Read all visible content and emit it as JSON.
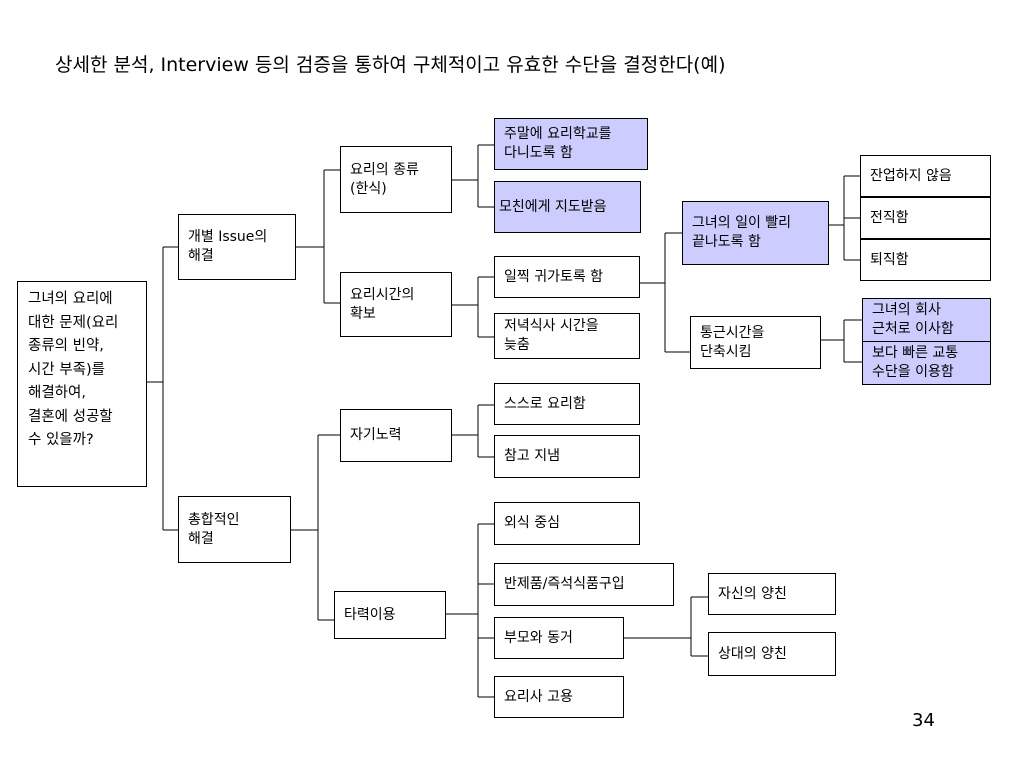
{
  "title": "상세한 분석, Interview 등의 검증을 통하여 구체적이고 유효한 수단을 결정한다(예)",
  "page_number": "34",
  "tree": {
    "root": "그녀의 요리에 대한 문제(요리 종류의 빈약, 시간 부족)를 해결하여, 결혼에 성공할 수 있을까?",
    "root_lines": [
      "그녀의 요리에",
      "대한 문제(요리",
      "종류의 빈약,",
      "시간 부족)를",
      "해결하여,",
      "결혼에 성공할",
      "수 있을까?"
    ],
    "level1": [
      {
        "lines": [
          "개별 Issue의",
          "해결"
        ]
      },
      {
        "lines": [
          "총합적인",
          "해결"
        ]
      }
    ],
    "level2": [
      {
        "lines": [
          "요리의 종류",
          "(한식)"
        ]
      },
      {
        "lines": [
          "요리시간의",
          "확보"
        ]
      },
      {
        "lines": [
          "자기노력"
        ]
      },
      {
        "lines": [
          "타력이용"
        ]
      }
    ],
    "level3": [
      {
        "lines": [
          "주말에 요리학교를",
          "다니도록 함"
        ],
        "highlight": true
      },
      {
        "lines": [
          "모친에게 지도받음"
        ],
        "highlight": true
      },
      {
        "lines": [
          "일찍 귀가토록 함"
        ]
      },
      {
        "lines": [
          "저녁식사 시간을",
          "늦춤"
        ]
      },
      {
        "lines": [
          "스스로 요리함"
        ]
      },
      {
        "lines": [
          "참고 지냄"
        ]
      },
      {
        "lines": [
          "외식 중심"
        ]
      },
      {
        "lines": [
          "반제품/즉석식품구입"
        ]
      },
      {
        "lines": [
          "부모와 동거"
        ]
      },
      {
        "lines": [
          "요리사 고용"
        ]
      }
    ],
    "level4": [
      {
        "lines": [
          "그녀의 일이 빨리",
          "끝나도록 함"
        ],
        "highlight": true
      },
      {
        "lines": [
          "통근시간을",
          "단축시킴"
        ]
      },
      {
        "lines": [
          "자신의 양친"
        ]
      },
      {
        "lines": [
          "상대의 양친"
        ]
      }
    ],
    "level5": [
      {
        "lines": [
          "잔업하지 않음"
        ]
      },
      {
        "lines": [
          "전직함"
        ]
      },
      {
        "lines": [
          "퇴직함"
        ]
      },
      {
        "lines": [
          "그녀의 회사",
          "근처로 이사함"
        ],
        "highlight": true
      },
      {
        "lines": [
          "보다 빠른 교통",
          "수단을 이용함"
        ],
        "highlight": true
      }
    ]
  },
  "colors": {
    "highlight": "#ccccff",
    "border": "#000000",
    "line": "#000000"
  }
}
